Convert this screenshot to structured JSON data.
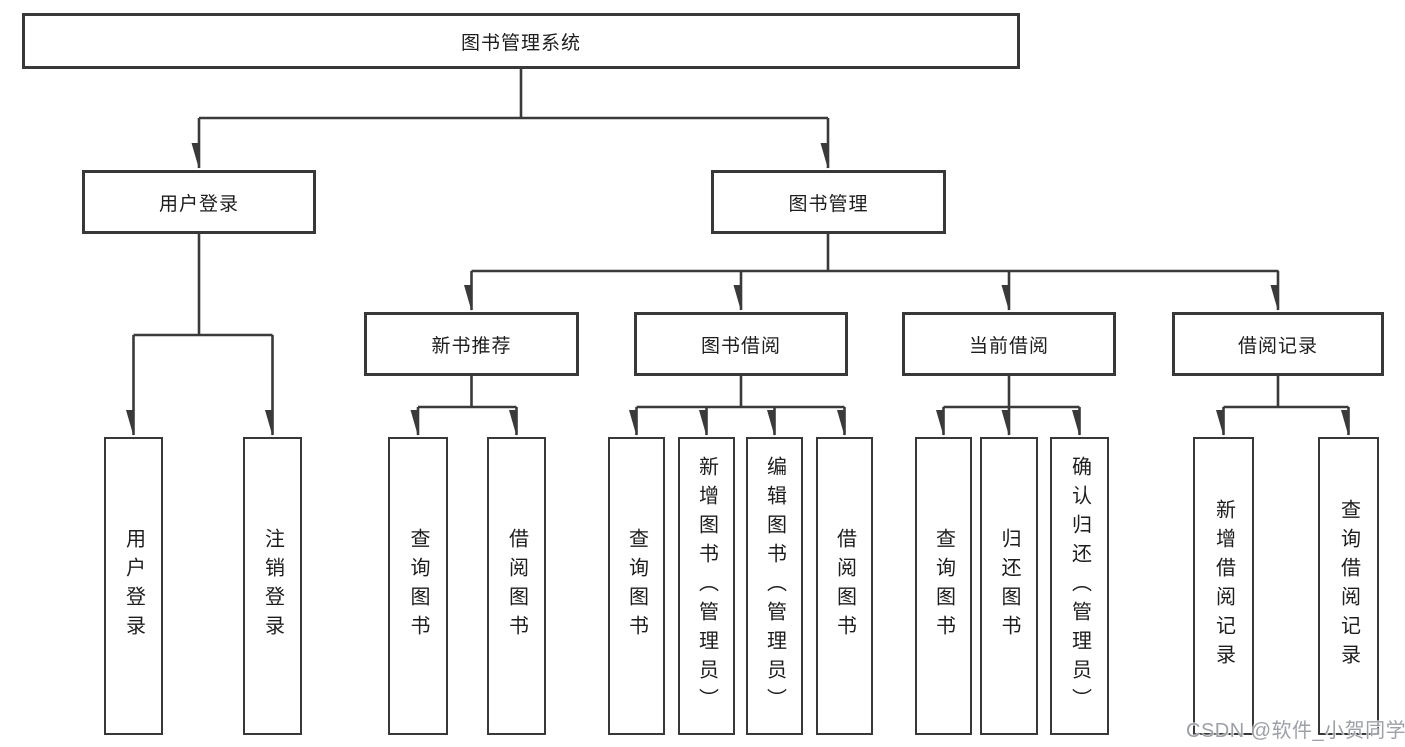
{
  "tree": {
    "root": {
      "label": "图书管理系统"
    },
    "branches": [
      {
        "label": "用户登录",
        "children": [
          {
            "label": "用户登录"
          },
          {
            "label": "注销登录"
          }
        ]
      },
      {
        "label": "图书管理",
        "children": [
          {
            "label": "新书推荐",
            "children": [
              {
                "label": "查询图书"
              },
              {
                "label": "借阅图书"
              }
            ]
          },
          {
            "label": "图书借阅",
            "children": [
              {
                "label": "查询图书"
              },
              {
                "label": "新增图书（管理员）"
              },
              {
                "label": "编辑图书（管理员）"
              },
              {
                "label": "借阅图书"
              }
            ]
          },
          {
            "label": "当前借阅",
            "children": [
              {
                "label": "查询图书"
              },
              {
                "label": "归还图书"
              },
              {
                "label": "确认归还（管理员）"
              }
            ]
          },
          {
            "label": "借阅记录",
            "children": [
              {
                "label": "新增借阅记录"
              },
              {
                "label": "查询借阅记录"
              }
            ]
          }
        ]
      }
    ]
  },
  "watermark": {
    "text": "CSDN @软件_小贺同学"
  },
  "colors": {
    "line": "#3a3a3a",
    "box_border": "#383838",
    "text": "#1d1d1d",
    "watermark": "#9da1a7",
    "background": "#ffffff"
  }
}
